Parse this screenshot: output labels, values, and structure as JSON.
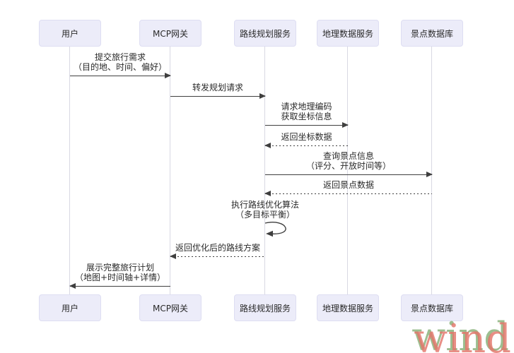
{
  "diagram": {
    "kind": "sequence-diagram",
    "actors": [
      {
        "label": "用户"
      },
      {
        "label": "MCP网关"
      },
      {
        "label": "路线规划服务"
      },
      {
        "label": "地理数据服务"
      },
      {
        "label": "景点数据库"
      }
    ],
    "messages": [
      {
        "from": "用户",
        "to": "MCP网关",
        "style": "solid",
        "line1": "提交旅行需求",
        "line2": "（目的地、时间、偏好）"
      },
      {
        "from": "MCP网关",
        "to": "路线规划服务",
        "style": "solid",
        "line1": "转发规划请求",
        "line2": ""
      },
      {
        "from": "路线规划服务",
        "to": "地理数据服务",
        "style": "solid",
        "line1": "请求地理编码",
        "line2": "获取坐标信息"
      },
      {
        "from": "地理数据服务",
        "to": "路线规划服务",
        "style": "dashed",
        "line1": "返回坐标数据",
        "line2": ""
      },
      {
        "from": "路线规划服务",
        "to": "景点数据库",
        "style": "solid",
        "line1": "查询景点信息",
        "line2": "（评分、开放时间等）"
      },
      {
        "from": "景点数据库",
        "to": "路线规划服务",
        "style": "dashed",
        "line1": "返回景点数据",
        "line2": ""
      },
      {
        "from": "路线规划服务",
        "to": "路线规划服务",
        "style": "self",
        "line1": "执行路线优化算法",
        "line2": "（多目标平衡）"
      },
      {
        "from": "路线规划服务",
        "to": "MCP网关",
        "style": "dashed",
        "line1": "返回优化后的路线方案",
        "line2": ""
      },
      {
        "from": "MCP网关",
        "to": "用户",
        "style": "solid",
        "line1": "展示完整旅行计划",
        "line2": "（地图+时间轴+详情）"
      }
    ],
    "watermark": {
      "text": "wind"
    },
    "colors": {
      "actor_fill": "#ECECF9",
      "actor_border": "#DEDEF2",
      "lifeline": "#D9D9E3",
      "arrow": "#3F3F3F",
      "text": "#2A2A2A",
      "wm_red": "#E4766B",
      "wm_green": "#9CBE90"
    }
  }
}
